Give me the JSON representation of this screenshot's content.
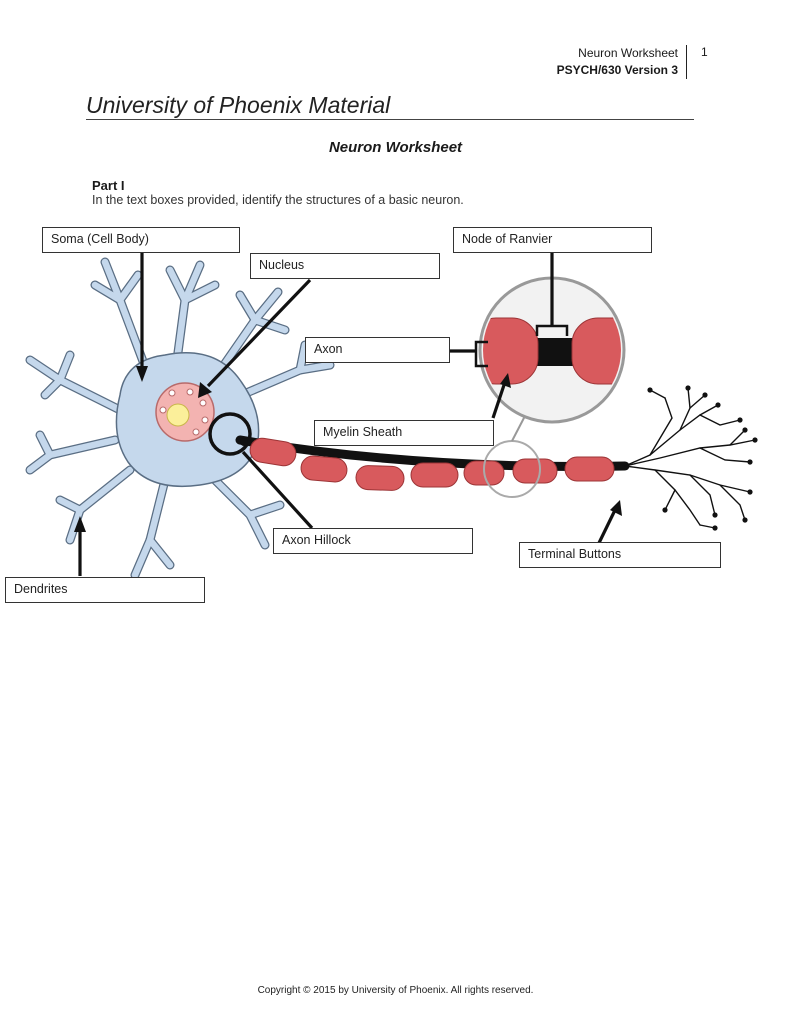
{
  "header": {
    "doc_title": "Neuron Worksheet",
    "page_number": "1",
    "course": "PSYCH/630 Version 3"
  },
  "university_title": "University of Phoenix Material",
  "worksheet_title": "Neuron Worksheet",
  "part": {
    "heading": "Part I",
    "instructions": "In the text boxes provided, identify the structures of a basic neuron."
  },
  "labels": {
    "soma": "Soma (Cell Body)",
    "nucleus": "Nucleus",
    "node_of_ranvier": "Node of Ranvier",
    "axon": "Axon",
    "myelin_sheath": "Myelin Sheath",
    "axon_hillock": "Axon Hillock",
    "terminal_buttons": "Terminal Buttons",
    "dendrites": "Dendrites"
  },
  "colors": {
    "cell_body": "#c5d8ec",
    "cell_outline": "#5a6e84",
    "nucleus": "#f3b3b1",
    "nucleolus": "#fbef9a",
    "myelin": "#d85a5d",
    "axon": "#111111"
  },
  "footer": {
    "copyright": "Copyright © 2015 by University of Phoenix. All rights reserved."
  }
}
